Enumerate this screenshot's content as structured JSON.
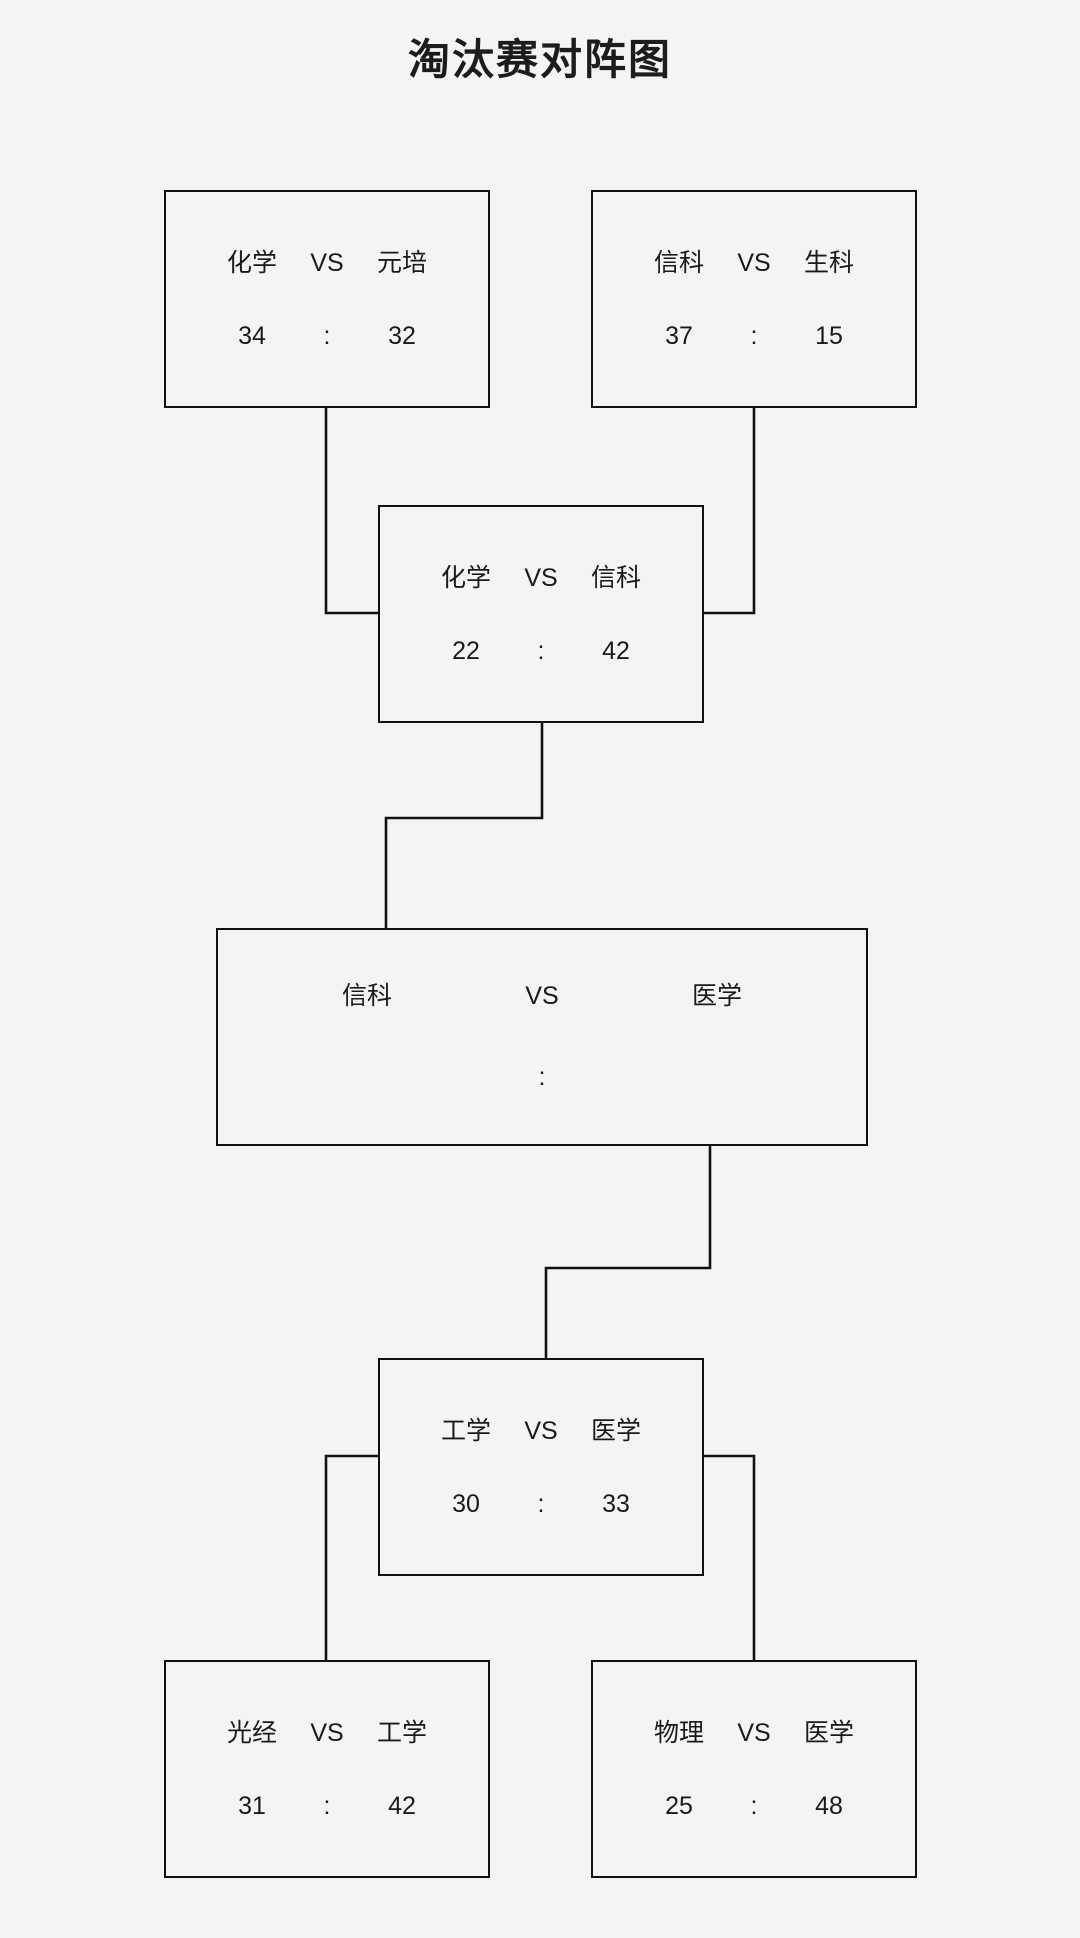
{
  "title": "淘汰赛对阵图",
  "labels": {
    "vs": "VS",
    "colon": ":"
  },
  "bracket": {
    "matches": [
      {
        "id": "r1-m1",
        "home": "化学",
        "away": "元培",
        "home_score": "34",
        "away_score": "32",
        "round": "round-1"
      },
      {
        "id": "r1-m2",
        "home": "信科",
        "away": "生科",
        "home_score": "37",
        "away_score": "15",
        "round": "round-1"
      },
      {
        "id": "r2-m1",
        "home": "化学",
        "away": "信科",
        "home_score": "22",
        "away_score": "42",
        "round": "round-2"
      },
      {
        "id": "final",
        "home": "信科",
        "away": "医学",
        "home_score": "",
        "away_score": "",
        "round": "final"
      },
      {
        "id": "r2-m2",
        "home": "工学",
        "away": "医学",
        "home_score": "30",
        "away_score": "33",
        "round": "round-2"
      },
      {
        "id": "r1-m3",
        "home": "光经",
        "away": "工学",
        "home_score": "31",
        "away_score": "42",
        "round": "round-1"
      },
      {
        "id": "r1-m4",
        "home": "物理",
        "away": "医学",
        "home_score": "25",
        "away_score": "48",
        "round": "round-1"
      }
    ]
  },
  "colors": {
    "background": "#f4f4f4",
    "box_border": "#111111",
    "box_fill": "#f4f4f4",
    "text": "#1a1a1a",
    "connector": "#111111"
  }
}
